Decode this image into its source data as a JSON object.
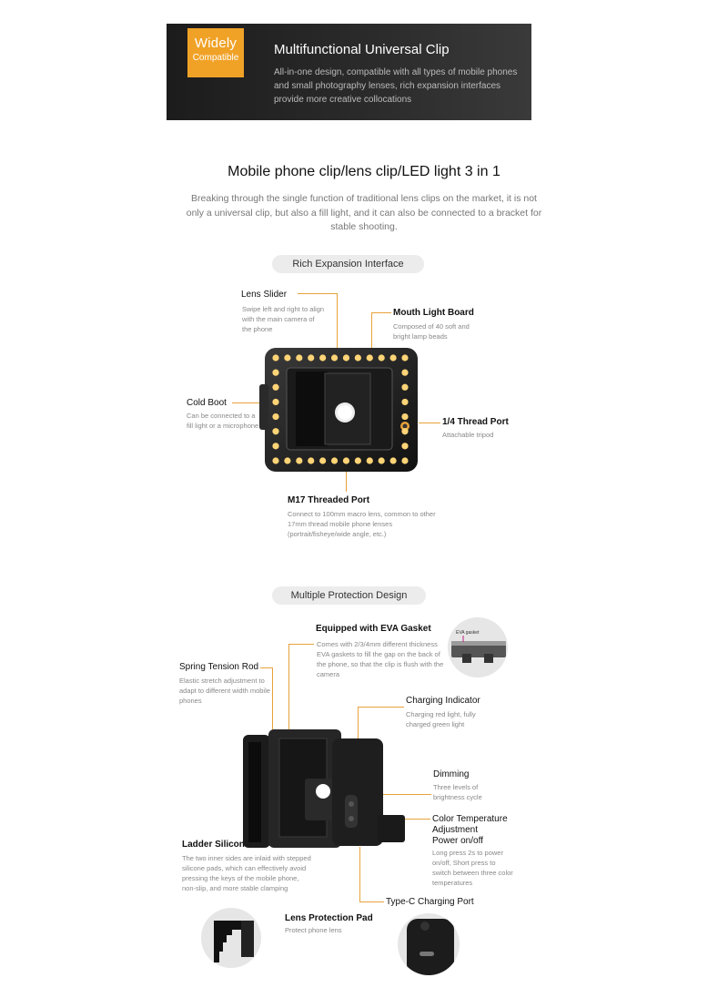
{
  "banner": {
    "badge_line1": "Widely",
    "badge_line2": "Compatible",
    "title": "Multifunctional Universal Clip",
    "description": "All-in-one design, compatible with all types of mobile phones and small photography lenses, rich expansion interfaces provide more creative collocations"
  },
  "intro": {
    "title": "Mobile phone clip/lens clip/LED light 3 in 1",
    "description": "Breaking through the single function of traditional lens clips on the market, it is not only a universal clip, but also a fill light, and it can also be connected to a bracket for stable shooting."
  },
  "expansion": {
    "pill": "Rich Expansion Interface",
    "lens_slider": {
      "title": "Lens Slider",
      "desc": "Swipe left and right to align with the main camera of the phone"
    },
    "mouth_light": {
      "title": "Mouth Light Board",
      "desc": "Composed of 40 soft and bright lamp beads"
    },
    "cold_boot": {
      "title": "Cold Boot",
      "desc": "Can be connected to a fill light or a microphone"
    },
    "thread_port": {
      "title": "1/4 Thread Port",
      "desc": "Attachable tripod"
    },
    "m17": {
      "title": "M17 Threaded Port",
      "desc": "Connect to 100mm macro lens, common to other 17mm thread mobile phone lenses (portrait/fisheye/wide angle, etc.)"
    }
  },
  "protection": {
    "pill": "Multiple Protection Design",
    "eva": {
      "title": "Equipped with EVA Gasket",
      "desc": "Comes with 2/3/4mm different thickness EVA gaskets to fill the gap on the back of the phone, so that the clip is flush with the camera",
      "inset_label": "EVA gasket"
    },
    "spring": {
      "title": "Spring Tension Rod",
      "desc": "Elastic stretch adjustment to adapt to different width mobile phones"
    },
    "charging_indicator": {
      "title": "Charging Indicator",
      "desc": "Charging red light, fully charged green light"
    },
    "dimming": {
      "title": "Dimming",
      "desc": "Three levels of brightness cycle"
    },
    "color_temp": {
      "title": "Color Temperature Adjustment",
      "title2": "Power on/off",
      "desc": "Long press 2s to power on/off, Short press to switch between three color temperatures"
    },
    "ladder": {
      "title": "Ladder Silicone Mat",
      "desc": "The two inner sides are inlaid with stepped silicone pads, which can effectively avoid pressing the keys of the mobile phone, non-slip, and more stable clamping"
    },
    "typec": {
      "title": "Type-C Charging Port"
    },
    "lens_pad": {
      "title": "Lens Protection Pad",
      "desc": "Protect phone lens"
    }
  },
  "colors": {
    "accent": "#f0a227",
    "banner_bg": "#1c1c1c",
    "leader": "#e8a23a"
  }
}
